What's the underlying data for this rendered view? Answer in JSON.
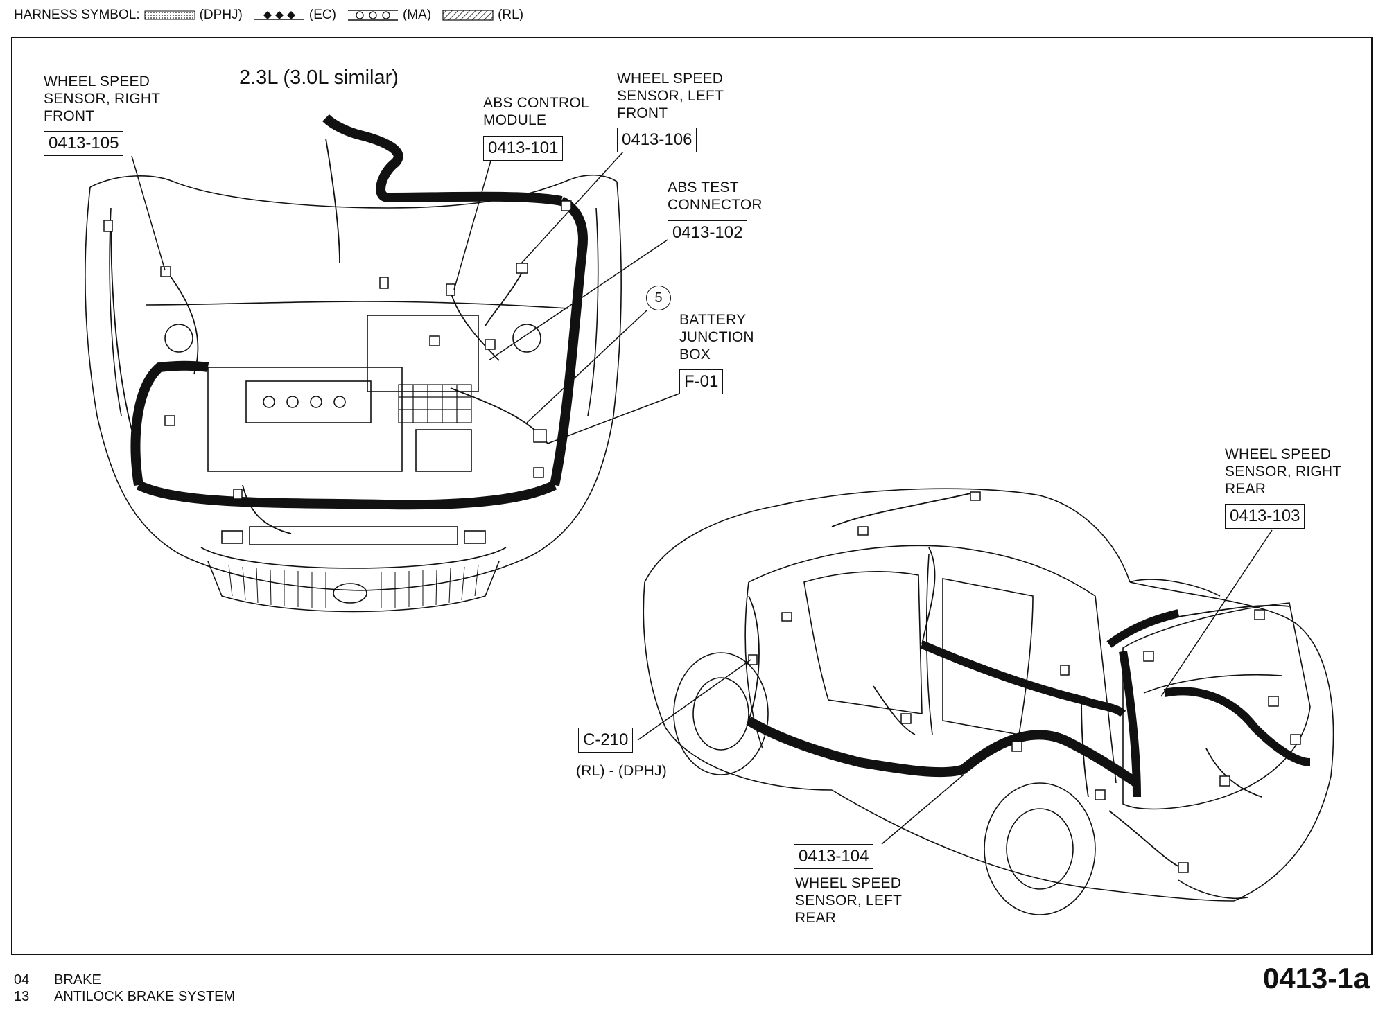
{
  "legend": {
    "title": "HARNESS SYMBOL:",
    "items": [
      {
        "code": "(DPHJ)",
        "pattern": "dotted-band"
      },
      {
        "code": "(EC)",
        "pattern": "diamonds"
      },
      {
        "code": "(MA)",
        "pattern": "circles"
      },
      {
        "code": "(RL)",
        "pattern": "hatched"
      }
    ]
  },
  "diagram": {
    "subtitle": "2.3L (3.0L similar)",
    "callouts": [
      {
        "id": "wss-rf",
        "label": "WHEEL SPEED\nSENSOR, RIGHT\nFRONT",
        "code": "0413-105"
      },
      {
        "id": "abs-module",
        "label": "ABS CONTROL\nMODULE",
        "code": "0413-101"
      },
      {
        "id": "wss-lf",
        "label": "WHEEL SPEED\nSENSOR, LEFT\nFRONT",
        "code": "0413-106"
      },
      {
        "id": "abs-test",
        "label": "ABS TEST\nCONNECTOR",
        "code": "0413-102"
      },
      {
        "id": "battery-jb",
        "label": "BATTERY\nJUNCTION\nBOX",
        "code": "F-01"
      },
      {
        "id": "wss-rr",
        "label": "WHEEL SPEED\nSENSOR, RIGHT\nREAR",
        "code": "0413-103"
      },
      {
        "id": "c210",
        "label": "(RL) - (DPHJ)",
        "code": "C-210"
      },
      {
        "id": "wss-lr",
        "label": "WHEEL SPEED\nSENSOR, LEFT\nREAR",
        "code": "0413-104"
      }
    ],
    "ground_marker": "5"
  },
  "footer": {
    "section_num": "04",
    "section_name": "BRAKE",
    "subsection_num": "13",
    "subsection_name": "ANTILOCK BRAKE SYSTEM",
    "page_code": "0413-1a"
  },
  "colors": {
    "ink": "#111111",
    "paper": "#ffffff"
  }
}
